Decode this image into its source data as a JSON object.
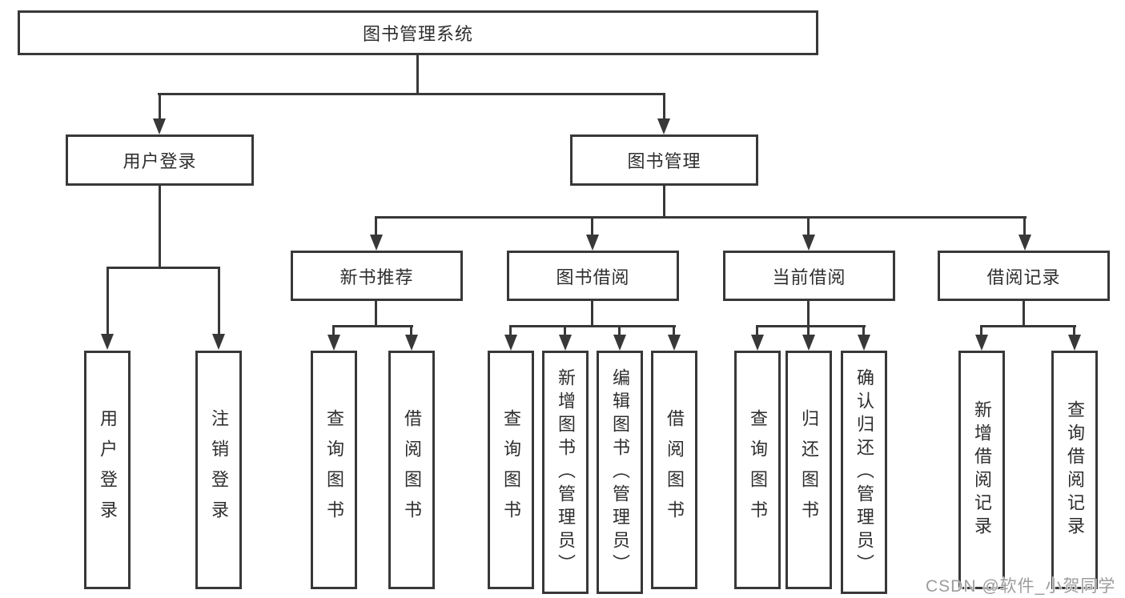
{
  "colors": {
    "line": "#383838",
    "box_border": "#383838",
    "box_fill": "#ffffff",
    "text": "#2e2e2e",
    "watermark": "#9c9c9c",
    "background": "#ffffff"
  },
  "watermark": {
    "text": "CSDN @软件_小贺同学"
  },
  "tree": {
    "label": "图书管理系统",
    "children": [
      {
        "label": "用户登录",
        "children": [
          {
            "label": "用户登录"
          },
          {
            "label": "注销登录"
          }
        ]
      },
      {
        "label": "图书管理",
        "children": [
          {
            "label": "新书推荐",
            "children": [
              {
                "label": "查询图书"
              },
              {
                "label": "借阅图书"
              }
            ]
          },
          {
            "label": "图书借阅",
            "children": [
              {
                "label": "查询图书"
              },
              {
                "label": "新增图书（管理员）"
              },
              {
                "label": "编辑图书（管理员）"
              },
              {
                "label": "借阅图书"
              }
            ]
          },
          {
            "label": "当前借阅",
            "children": [
              {
                "label": "查询图书"
              },
              {
                "label": "归还图书"
              },
              {
                "label": "确认归还（管理员）"
              }
            ]
          },
          {
            "label": "借阅记录",
            "children": [
              {
                "label": "新增借阅记录"
              },
              {
                "label": "查询借阅记录"
              }
            ]
          }
        ]
      }
    ]
  }
}
